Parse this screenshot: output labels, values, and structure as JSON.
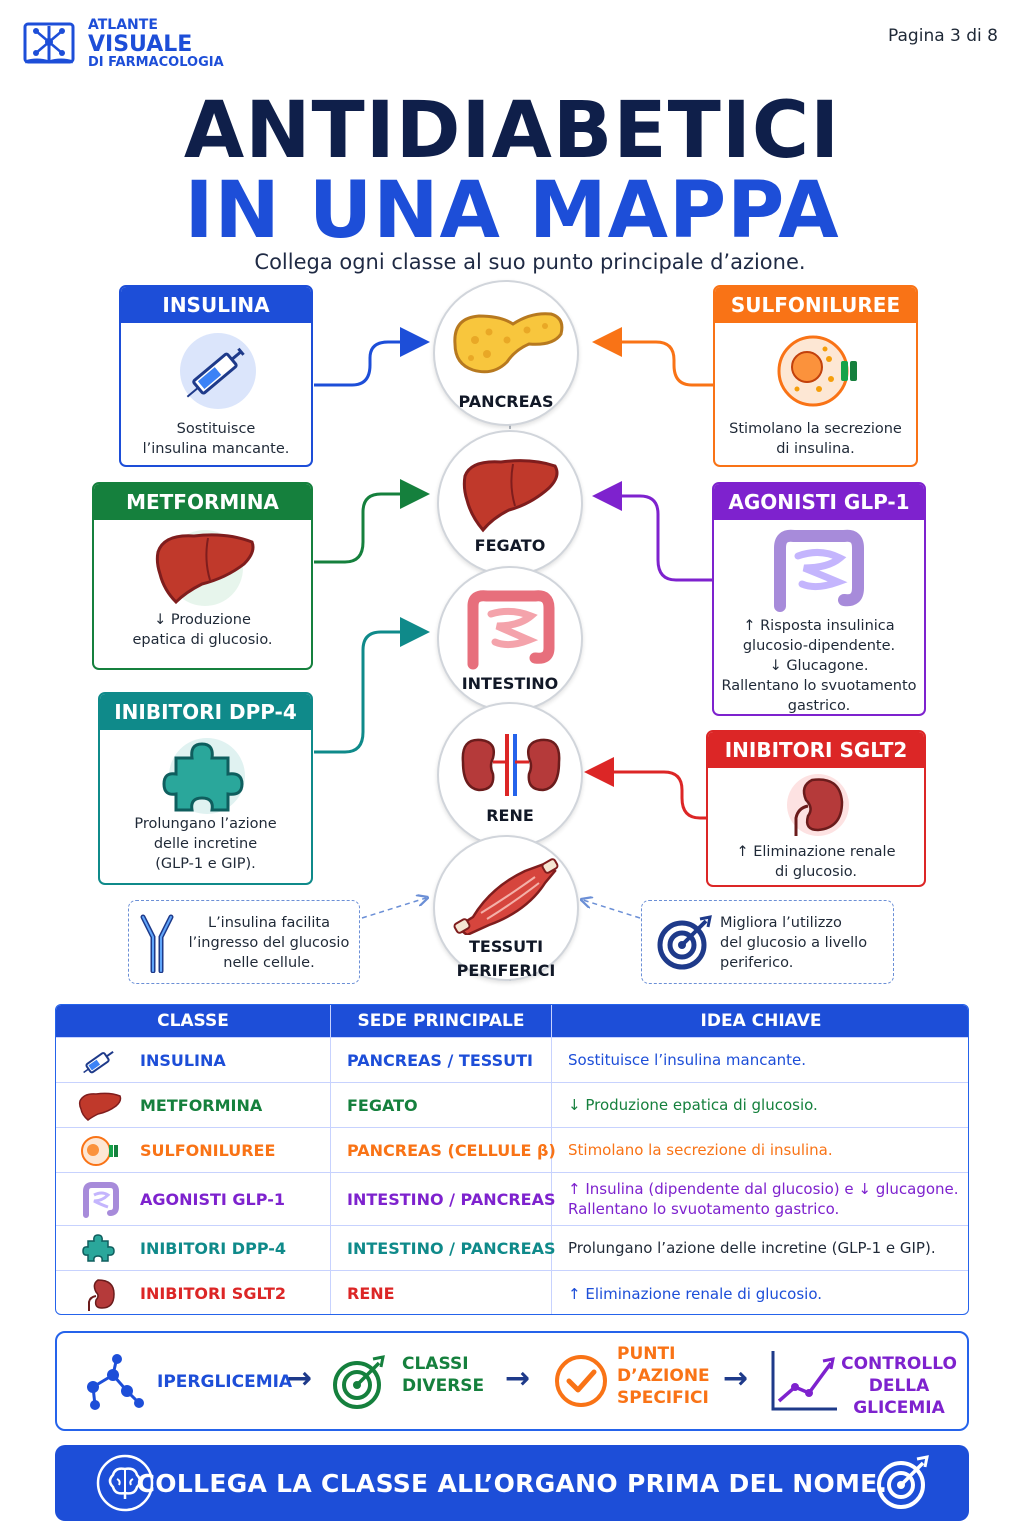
{
  "header": {
    "brand": {
      "line1": "ATLANTE",
      "line2": "VISUALE",
      "line3": "DI FARMACOLOGIA"
    },
    "page": "Pagina 3 di 8",
    "title_line1": "ANTIDIABETICI",
    "title_line2": "IN UNA MAPPA",
    "subtitle": "Collega ogni classe al suo punto principale d’azione."
  },
  "colors": {
    "insulina": "#1d4ed8",
    "metformina": "#15803d",
    "dpp4": "#0f8a8a",
    "sulfoniluree": "#f97316",
    "glp1": "#7e22ce",
    "sglt2": "#dc2626",
    "navy": "#0f1f4a"
  },
  "cards": {
    "insulina": {
      "title": "INSULINA",
      "icon": "syringe-icon",
      "text1": "Sostituisce",
      "text2": "l’insulina mancante."
    },
    "metformina": {
      "title": "METFORMINA",
      "icon": "liver-icon",
      "text1": "↓ Produzione",
      "text2": "epatica di glucosio."
    },
    "dpp4": {
      "title": "INIBITORI DPP-4",
      "icon": "puzzle-icon",
      "text1": "Prolungano l’azione",
      "text2": "delle incretine",
      "text3": "(GLP-1 e GIP)."
    },
    "sulfoniluree": {
      "title": "SULFONILUREE",
      "icon": "beta-cell-icon",
      "text1": "Stimolano la secrezione",
      "text2": "di insulina."
    },
    "glp1": {
      "title": "AGONISTI GLP-1",
      "icon": "intestine-icon",
      "text1": "↑ Risposta insulinica",
      "text2": "glucosio-dipendente.",
      "text3": "↓ Glucagone.",
      "text4": "Rallentano lo svuotamento",
      "text5": "gastrico."
    },
    "sglt2": {
      "title": "INIBITORI SGLT2",
      "icon": "kidney-icon",
      "text1": "↑ Eliminazione renale",
      "text2": "di glucosio."
    }
  },
  "organs": {
    "pancreas": "PANCREAS",
    "fegato": "FEGATO",
    "intestino": "INTESTINO",
    "rene": "RENE",
    "tessuti1": "TESSUTI",
    "tessuti2": "PERIFERICI"
  },
  "notes": {
    "left": {
      "line1": "L’insulina facilita",
      "line2": "l’ingresso del glucosio",
      "line3": "nelle cellule.",
      "icon": "receptor-icon"
    },
    "right": {
      "line1": "Migliora l’utilizzo",
      "line2": "del glucosio a livello",
      "line3": "periferico.",
      "icon": "target-icon"
    }
  },
  "table": {
    "headers": [
      "CLASSE",
      "SEDE PRINCIPALE",
      "IDEA CHIAVE"
    ],
    "rows": [
      {
        "classe": "INSULINA",
        "sede": "PANCREAS / TESSUTI",
        "idea": "Sostituisce l’insulina mancante.",
        "color": "#1d4ed8",
        "icon": "syringe-icon"
      },
      {
        "classe": "METFORMINA",
        "sede": "FEGATO",
        "idea": "↓ Produzione epatica di glucosio.",
        "color": "#15803d",
        "icon": "liver-icon"
      },
      {
        "classe": "SULFONILUREE",
        "sede": "PANCREAS (CELLULE β)",
        "idea": "Stimolano la secrezione di insulina.",
        "color": "#f97316",
        "icon": "beta-cell-icon"
      },
      {
        "classe": "AGONISTI GLP-1",
        "sede": "INTESTINO / PANCREAS",
        "idea": "↑ Insulina (dipendente dal glucosio) e ↓ glucagone. Rallentano lo svuotamento gastrico.",
        "color": "#7e22ce",
        "icon": "intestine-icon"
      },
      {
        "classe": "INIBITORI DPP-4",
        "sede": "INTESTINO / PANCREAS",
        "idea": "Prolungano l’azione delle incretine (GLP-1 e GIP).",
        "color": "#0f8a8a",
        "icon": "puzzle-icon"
      },
      {
        "classe": "INIBITORI SGLT2",
        "sede": "RENE",
        "idea": "↑ Eliminazione renale di glucosio.",
        "color": "#dc2626",
        "icon": "kidney-icon"
      }
    ]
  },
  "flow": {
    "step1": "IPERGLICEMIA",
    "step2a": "CLASSI",
    "step2b": "DIVERSE",
    "step3a": "PUNTI",
    "step3b": "D’AZIONE",
    "step3c": "SPECIFICI",
    "step4a": "CONTROLLO",
    "step4b": "DELLA GLICEMIA"
  },
  "banner": {
    "text": "COLLEGA LA CLASSE ALL’ORGANO PRIMA DEL NOME."
  }
}
